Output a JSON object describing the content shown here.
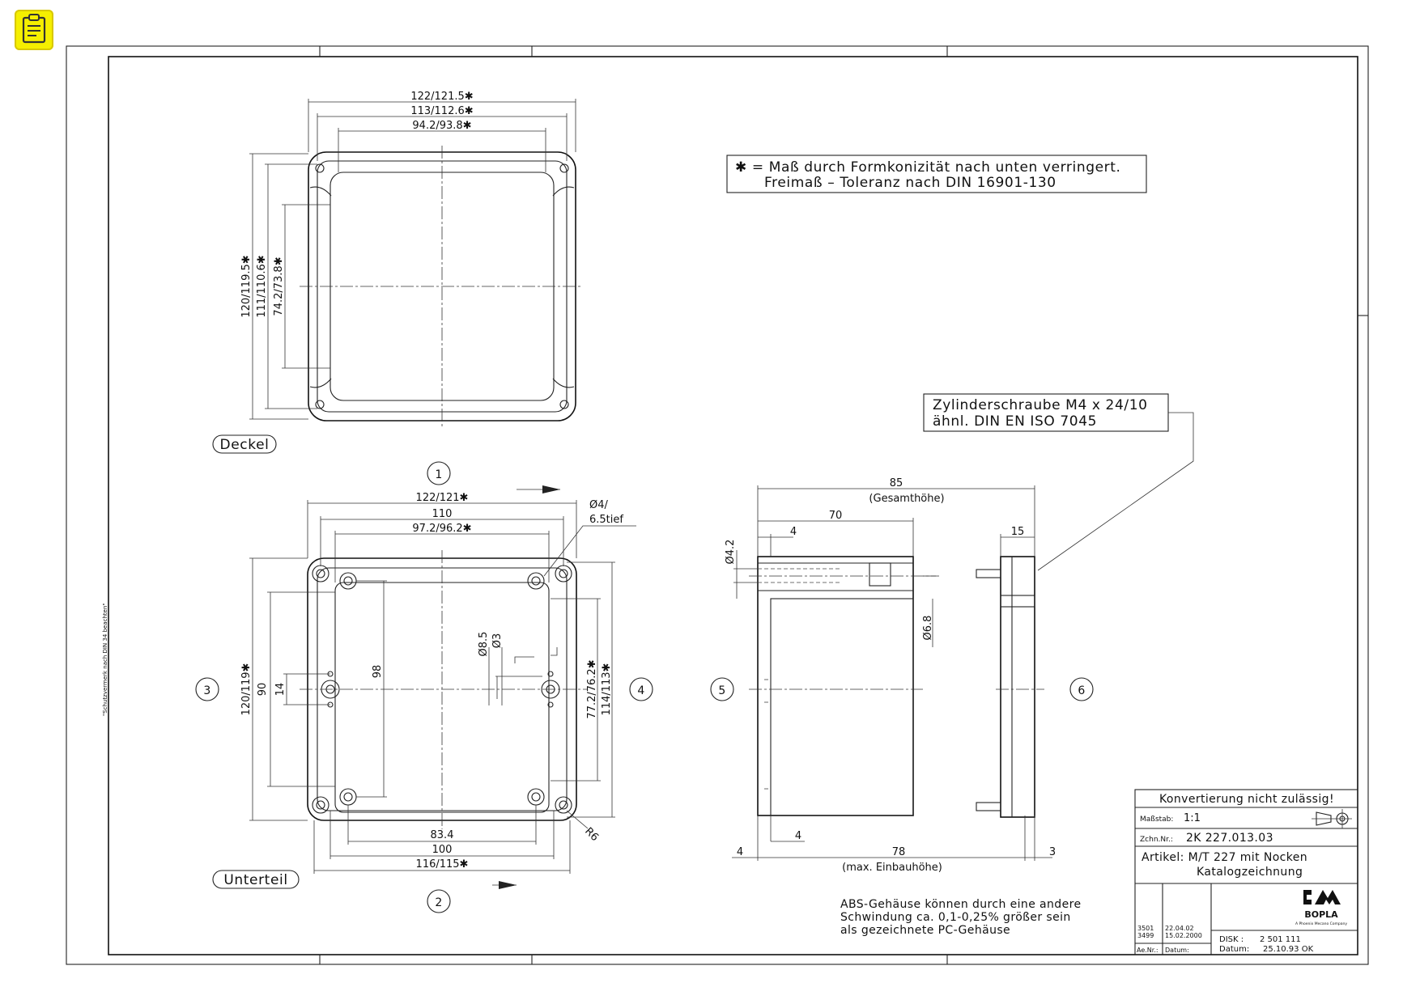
{
  "toolbar": {
    "note_icon": "clipboard-note-icon",
    "note_color": "#f5ef00"
  },
  "legend": {
    "line1": "✱ = Maß durch Formkonizität nach unten verringert.",
    "line2": "Freimaß – Toleranz nach  DIN 16901-130"
  },
  "screw_note": {
    "line1": "Zylinderschraube M4 x 24/10",
    "line2": "ähnl. DIN EN ISO 7045"
  },
  "side_note": "\"Schutzvermerk nach DIN 34 beachten\"",
  "abs_note": {
    "line1": "ABS-Gehäuse können durch eine andere",
    "line2": "Schwindung ca. 0,1-0,25% größer sein",
    "line3": "als gezeichnete PC-Gehäuse"
  },
  "labels": {
    "deckel": "Deckel",
    "unterteil": "Unterteil"
  },
  "views": {
    "v1": "1",
    "v2": "2",
    "v3": "3",
    "v4": "4",
    "v5": "5",
    "v6": "6"
  },
  "dims": {
    "lid_w1": "122/121.5✱",
    "lid_w2": "113/112.6✱",
    "lid_w3": "94.2/93.8✱",
    "lid_h1": "120/119.5✱",
    "lid_h2": "111/110.6✱",
    "lid_h3": "74.2/73.8✱",
    "base_w1": "122/121✱",
    "base_w2": "110",
    "base_w3": "97.2/96.2✱",
    "hole_a": "Ø4/",
    "hole_b": "6.5tief",
    "base_h1": "120/119✱",
    "base_h2": "90",
    "base_h3": "14",
    "base_h4": "98",
    "base_d1": "Ø8.5",
    "base_d2": "Ø3",
    "base_r1": "77.2/76.2✱",
    "base_r2": "114/113✱",
    "base_b1": "83.4",
    "base_b2": "100",
    "base_b3": "116/115✱",
    "base_rad": "R6",
    "side_total": "85",
    "side_total_label": "(Gesamthöhe)",
    "side_70": "70",
    "side_4a": "4",
    "side_d42": "Ø4.2",
    "side_d68": "Ø6.8",
    "side_15": "15",
    "side_4b": "4",
    "side_4c": "4",
    "side_78": "78",
    "side_3": "3",
    "side_78_label": "(max. Einbauhöhe)"
  },
  "title_block": {
    "warning": "Konvertierung nicht zulässig!",
    "scale_label": "Maßstab:",
    "scale_value": "1:1",
    "drawing_label": "Zchn.Nr.:",
    "drawing_value": "2K 227.013.03",
    "article_line1": "Artikel: M/T 227 mit Nocken",
    "article_line2": "Katalogzeichnung",
    "brand": "BOPLA",
    "brand_sub": "A Phoenix Mecano Company",
    "rev1_no": "3501",
    "rev1_date": "22.04.02",
    "rev2_no": "3499",
    "rev2_date": "15.02.2000",
    "ae_label": "Ae.Nr.:",
    "date_label": "Datum:",
    "disk_label": "DISK :",
    "disk_value": "2 501 111",
    "datum_label": "Datum:",
    "datum_value": "25.10.93 OK"
  }
}
